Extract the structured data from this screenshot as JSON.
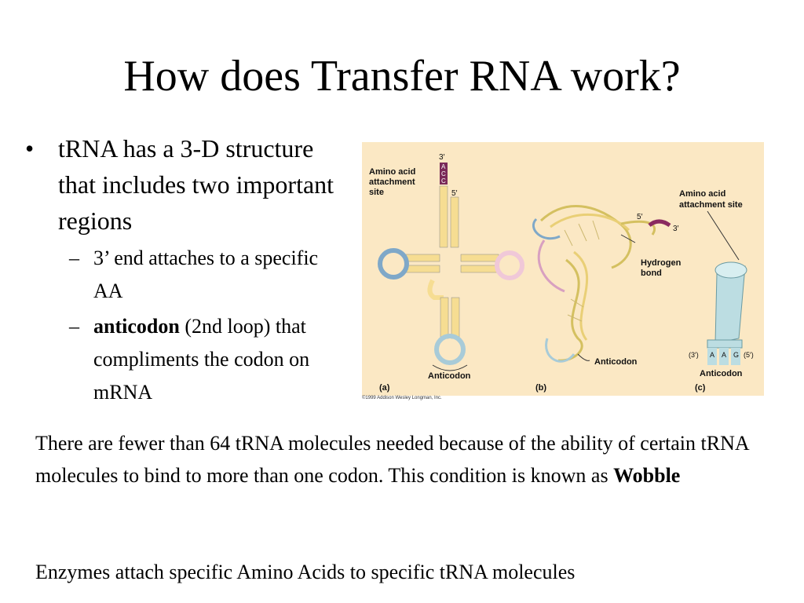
{
  "slide": {
    "title": "How does Transfer RNA work?",
    "bullet_main": "tRNA has a 3-D structure that includes two important regions",
    "sub1": "3’ end attaches to a specific AA",
    "sub2_bold": "anticodon",
    "sub2_rest": " (2nd loop) that compliments the codon on mRNA",
    "para1": "There are fewer than 64 tRNA molecules needed because of the ability of certain tRNA molecules to bind to more than one codon. This condition is known as ",
    "para1_bold": "Wobble",
    "para2": "Enzymes attach specific Amino Acids to specific tRNA molecules"
  },
  "figure": {
    "a_label_line1": "Amino acid",
    "a_label_line2": "attachment",
    "a_label_line3": "site",
    "three_prime": "3′",
    "five_prime": "5′",
    "acc": [
      "A",
      "C",
      "C"
    ],
    "panel_a": "(a)",
    "panel_b": "(b)",
    "panel_c": "(c)",
    "anticodon": "Anticodon",
    "hydrogen_line1": "Hydrogen",
    "hydrogen_line2": "bond",
    "c_label_line1": "Amino acid",
    "c_label_line2": "attachment site",
    "three_paren": "(3′)",
    "five_paren": "(5′)",
    "aag": [
      "A",
      "A",
      "G"
    ],
    "credit": "©1999 Addison Wesley Longman, Inc."
  }
}
